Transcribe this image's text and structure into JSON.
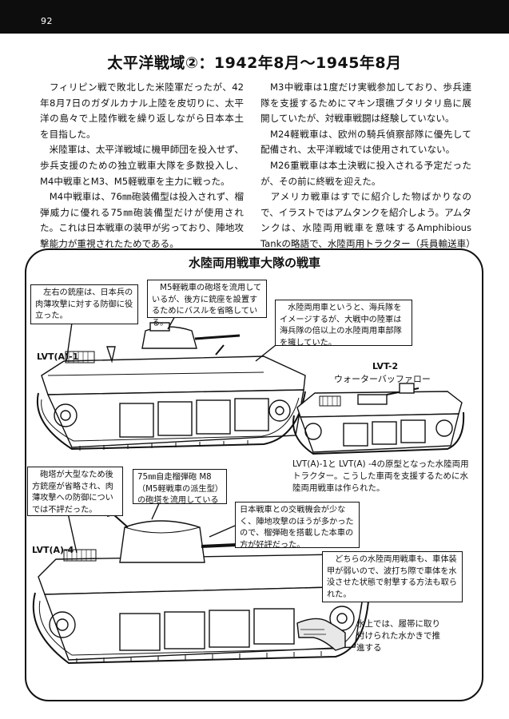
{
  "page_number": "92",
  "title": "太平洋戦域②：1942年8月～1945年8月",
  "left_column": [
    "　フィリピン戦で敗北した米陸軍だったが、42年8月7日のガダルカナル上陸を皮切りに、太平洋の島々で上陸作戦を繰り返しながら日本本土を目指した。",
    "　米陸軍は、太平洋戦域に機甲師団を投入せず、歩兵支援のための独立戦車大隊を多数投入し、M4中戦車とM3、M5軽戦車を主力に戦った。",
    "　M4中戦車は、76㎜砲装備型は投入されず、榴弾威力に優れる75㎜砲装備型だけが使用された。これは日本戦車の装甲が劣っており、陣地攻撃能力が重視されたためである。"
  ],
  "right_column": [
    "　M3中戦車は1度だけ実戦参加しており、歩兵連隊を支援するためにマキン環礁ブタリタリ島に展開していたが、対戦車戦闘は経験していない。",
    "　M24軽戦車は、欧州の騎兵偵察部隊に優先して配備され、太平洋戦域では使用されていない。",
    "　M26重戦車は本土決戦に投入される予定だったが、その前に終戦を迎えた。",
    "　アメリカ戦車はすでに紹介した物ばかりなので、イラストではアムタンクを紹介しよう。アムタンクは、水陸両用戦車を意味するAmphibious Tankの略語で、水陸両用トラクター（兵員輸送車）"
  ],
  "panel": {
    "title": "水陸両用戦車大隊の戦車",
    "bubble_guns": "　左右の銃座は、日本兵の肉薄攻撃に対する防御に役立った。",
    "bubble_m5": "　M5軽戦車の砲塔を流用しているが、後方に銃座を設置するためにバスルを省略している。",
    "bubble_marines": "　水陸両用車というと、海兵隊をイメージするが、大戦中の陸軍は海兵隊の倍以上の水陸両用車部隊を擁していた。",
    "label_lvta1": "LVT(A)-1",
    "label_lvt2": "LVT-2",
    "label_lvt2_name": "ウォーターバッファロー",
    "caption_lvt2": "LVT(A)-1と LVT(A) -4の原型となった水陸両用トラクター。こうした車両を支援するために水陸両用戦車は作られた。",
    "bubble_turret": "　砲塔が大型なため後方銃座が省略され、肉薄攻撃への防御についでは不評だった。",
    "bubble_m8": "75㎜自走榴弾砲 M8（M5軽戦車の派生型）の砲塔を流用している",
    "bubble_howitzer": "日本戦車との交戦機会が少なく、陣地攻撃のほうが多かったので、榴弾砲を搭載した本車の方が好評だった。",
    "label_lvta4": "LVT(A)-4",
    "bubble_armor": "　どちらの水陸両用戦車も、車体装甲が弱いので、波打ち際で車体を水没させた状態で射撃する方法も取られた。",
    "caption_track": "水上では、履帯に取り付けられた水かきで推進する"
  }
}
